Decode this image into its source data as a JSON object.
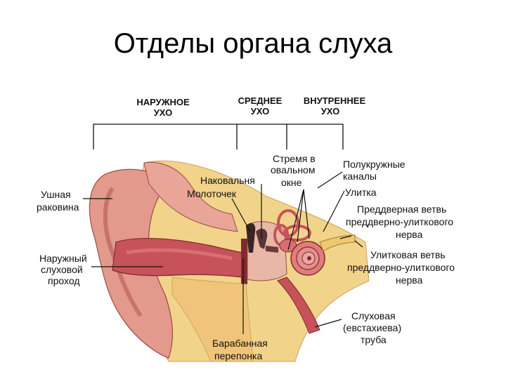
{
  "title": "Отделы органа слуха",
  "sections": {
    "outer": [
      "НАРУЖНОЕ",
      "УХО"
    ],
    "middle": [
      "СРЕДНЕЕ",
      "УХО"
    ],
    "inner": [
      "ВНУТРЕННЕЕ",
      "УХО"
    ]
  },
  "labels": {
    "auricle": [
      "Ушная",
      "раковина"
    ],
    "ear_canal": [
      "Наружный",
      "слуховой",
      "проход"
    ],
    "eardrum": [
      "Барабанная",
      "перепонка"
    ],
    "malleus": "Молоточек",
    "incus": "Наковальня",
    "stapes": [
      "Стремя в",
      "овальном",
      "окне"
    ],
    "semicircular": [
      "Полукружные",
      "каналы"
    ],
    "cochlea": "Улитка",
    "vestibular_branch": [
      "Преддверная ветвь",
      "преддверно-улиткового",
      "нерва"
    ],
    "cochlear_branch": [
      "Улитковая ветвь",
      "преддверно-улиткового",
      "нерва"
    ],
    "eustachian": [
      "Слуховая",
      "(евстахиева)",
      "труба"
    ]
  },
  "colors": {
    "skin": "#e39a8c",
    "flesh": "#c8525a",
    "bone": "#f2d38a",
    "canal": "#b84a4f",
    "line": "#111111"
  }
}
